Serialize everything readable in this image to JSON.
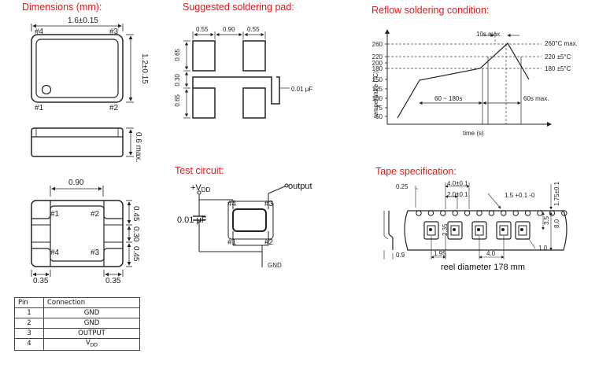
{
  "sections": {
    "dimensions": "Dimensions (mm):",
    "pad": "Suggested soldering pad:",
    "reflow": "Reflow soldering condition:",
    "test": "Test circuit:",
    "tape": "Tape specification:"
  },
  "dimensions": {
    "width": "1.6±0.15",
    "height": "1.2±0.15",
    "thickness": "0.6 max.",
    "pin1": "#1",
    "pin2": "#2",
    "pin3": "#3",
    "pin4": "#4",
    "bottom_top": "0.90",
    "bottom_right_1": "0.45",
    "bottom_right_2": "0.30",
    "bottom_right_3": "0.45",
    "bottom_left_w": "0.35",
    "bottom_right_w": "0.35"
  },
  "pad": {
    "w1": "0.55",
    "w2": "0.90",
    "w3": "0.55",
    "h1": "0.65",
    "h2": "0.30",
    "h3": "0.65",
    "cap": "0.01 μF"
  },
  "reflow": {
    "y_ticks": [
      "260",
      "220",
      "200",
      "180",
      "150",
      "125",
      "100",
      "75",
      "50"
    ],
    "ylabel": "temperature (°C)",
    "xlabel": "time (s)",
    "peak": "260°C max.",
    "t220": "220 ±5°C",
    "t180": "180 ±5°C",
    "ten_s": "10s max.",
    "preheat": "60 ~ 180s",
    "sixty": "60s max."
  },
  "test": {
    "vdd": "+V",
    "vdd_sub": "DD",
    "output": "output",
    "cap": "0.01 μF",
    "gnd": "GND",
    "pin1": "#1",
    "pin2": "#2",
    "pin3": "#3",
    "pin4": "#4"
  },
  "tape": {
    "d025": "0.25",
    "d40a": "4.0±0.1",
    "d20": "2.0±0.1",
    "hole": "1.5 +0.1 -0",
    "d175": "1.75±0.1",
    "d35": "3.5",
    "d80": "8.0",
    "d235": "2.35",
    "d09": "0.9",
    "d195": "1.95",
    "d40b": "4.0",
    "d10": "1.0",
    "reel": "reel diameter 178 mm"
  },
  "pin_table": {
    "headers": [
      "Pin",
      "Connection"
    ],
    "rows": [
      [
        "1",
        "GND"
      ],
      [
        "2",
        "GND"
      ],
      [
        "3",
        "OUTPUT"
      ],
      [
        "4",
        "V",
        "DD"
      ]
    ]
  }
}
